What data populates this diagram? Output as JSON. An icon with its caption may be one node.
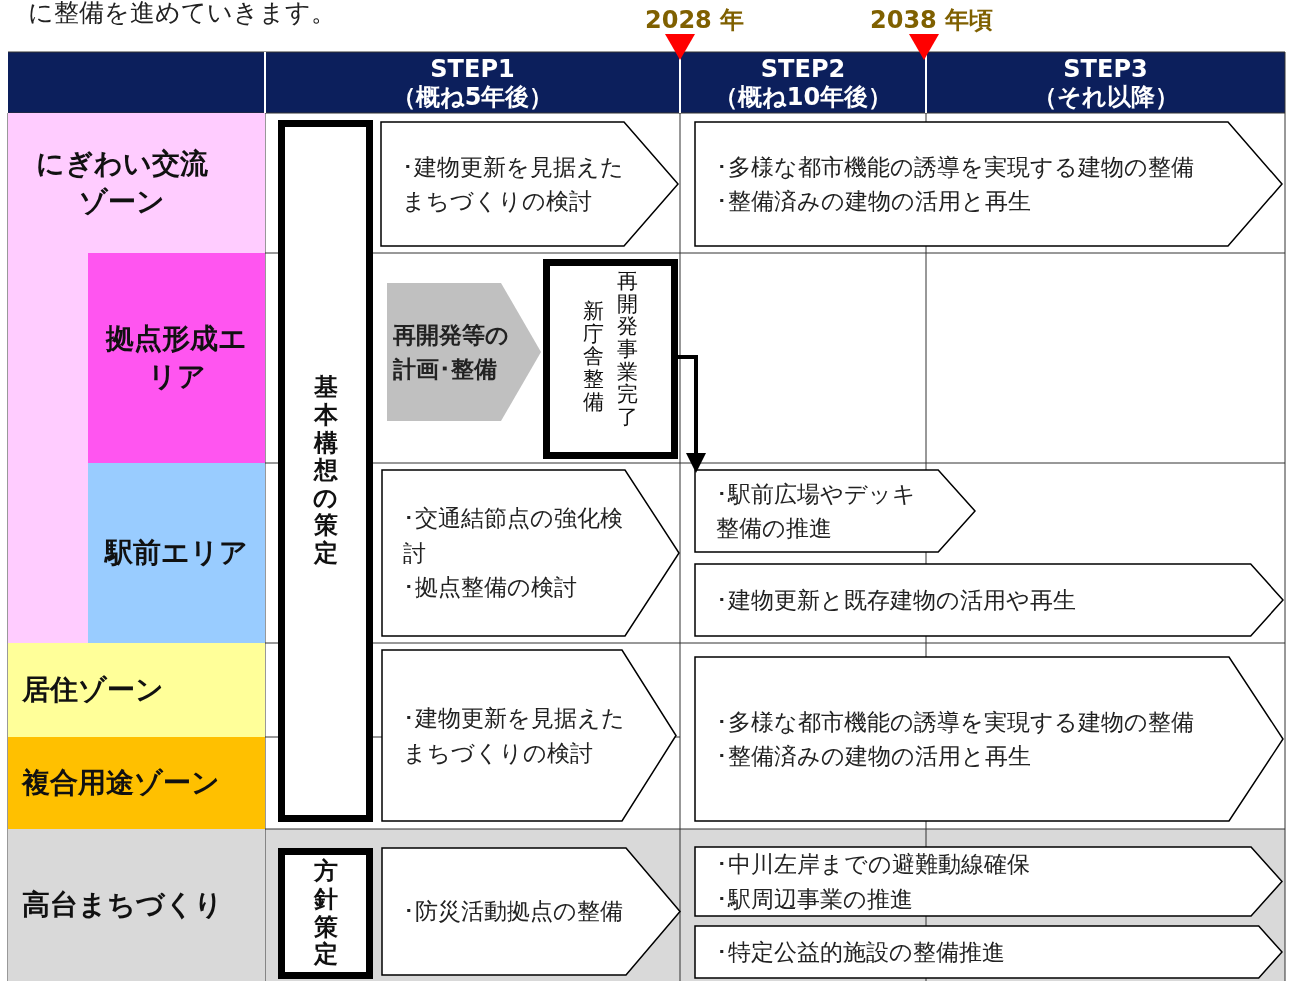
{
  "diagram": {
    "nodes": [
      {
        "text": [
          "STEP1",
          "（概ね5年後）"
        ]
      },
      {
        "text": [
          "STEP2",
          "（概ね10年後）"
        ]
      },
      {
        "text": [
          "STEP3",
          "（それ以降）"
        ]
      },
      {
        "text": [
          "にぎわい交流ゾーン"
        ]
      },
      {
        "text": [
          "拠点形成エリア"
        ],
        "in": 3
      },
      {
        "text": [
          "駅前エリア"
        ],
        "in": 3
      },
      {
        "text": [
          "居住ゾーン"
        ]
      },
      {
        "text": [
          "複合用途ゾーン"
        ]
      },
      {
        "text": [
          "高台まちづくり"
        ]
      },
      {
        "text": [
          "基本構想の策定"
        ]
      },
      {
        "text": [
          "･建物更新を見据えたまちづくりの検討"
        ]
      },
      {
        "text": [
          "･多様な都市機能の誘導を実現する建物の整備",
          "･整備済みの建物の活用と再生"
        ]
      },
      {
        "text": [
          "再開発等の計画･整備"
        ]
      },
      {
        "text": [
          "新庁舎整備",
          "再開発事業完了"
        ]
      },
      {
        "text": [
          "･交通結節点の強化検討",
          "･拠点整備の検討"
        ]
      },
      {
        "text": [
          "･駅前広場やデッキ整備の推進"
        ]
      },
      {
        "text": [
          "･建物更新と既存建物の活用や再生"
        ]
      },
      {
        "text": [
          "･建物更新を見据えたまちづくりの検討"
        ]
      },
      {
        "text": [
          "･多様な都市機能の誘導を実現する建物の整備",
          "･整備済みの建物の活用と再生"
        ]
      },
      {
        "text": [
          "方針策定"
        ]
      },
      {
        "text": [
          "･防災活動拠点の整備"
        ]
      },
      {
        "text": [
          "･中川左岸までの避難動線確保",
          "･駅周辺事業の推進"
        ]
      },
      {
        "text": [
          "･特定公益的施設の整備推進"
        ]
      }
    ],
    "edges": [
      {
        "from": 13,
        "to": 15,
        "arrow": "to"
      }
    ],
    "labels": [
      "に整備を進めていきます。",
      "2028 年",
      "2038 年頃"
    ]
  }
}
